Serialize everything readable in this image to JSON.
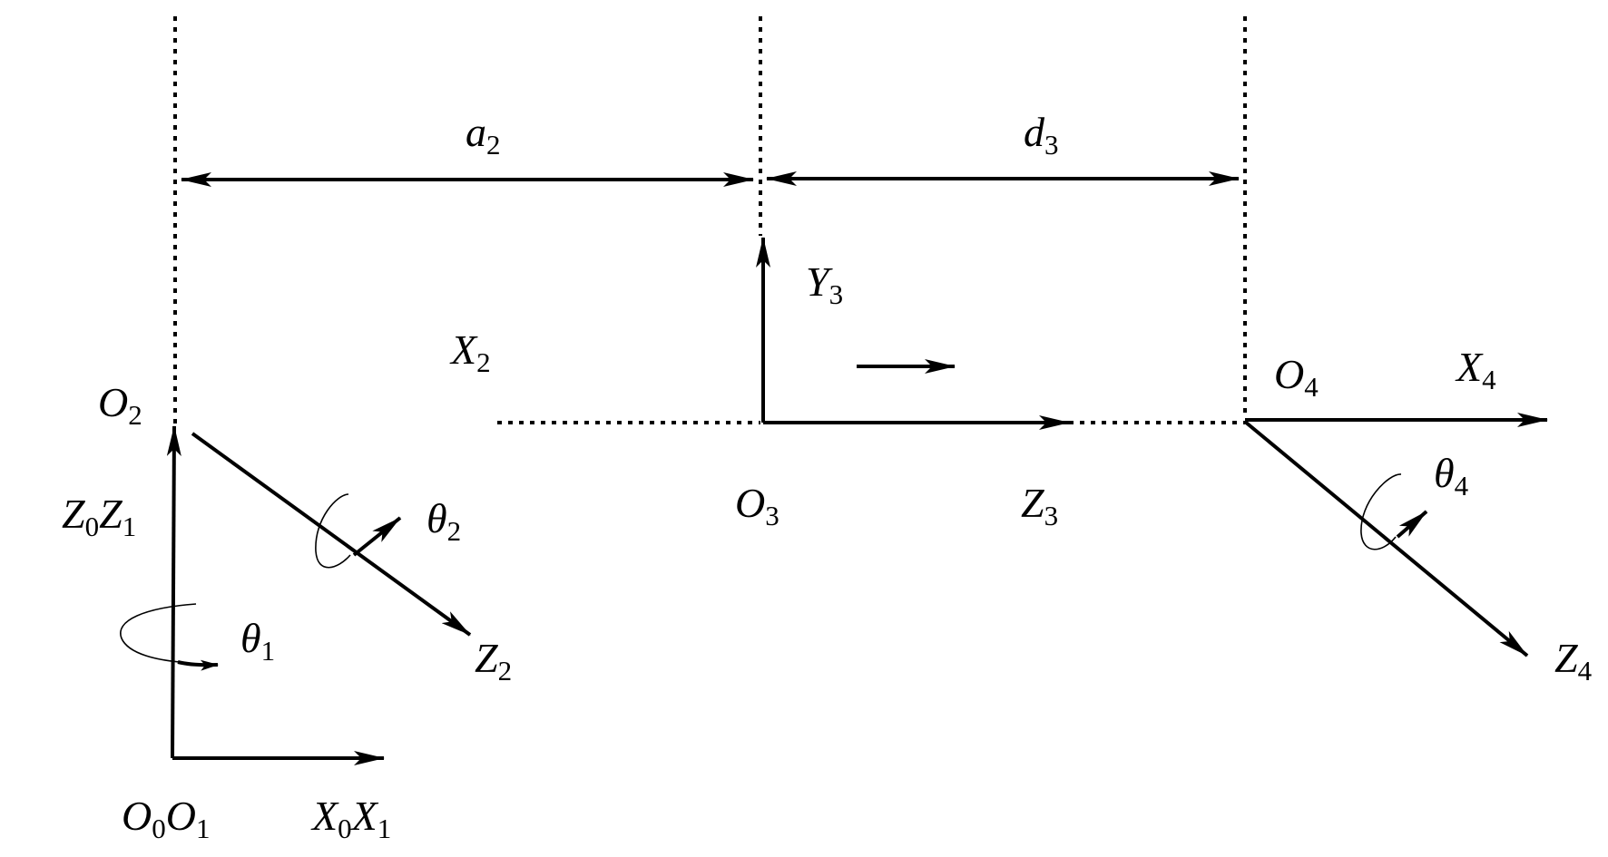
{
  "labels": {
    "a2": {
      "base": "a",
      "sub": "2"
    },
    "d3": {
      "base": "d",
      "sub": "3"
    },
    "Y3": {
      "base": "Y",
      "sub": "3"
    },
    "X2": {
      "base": "X",
      "sub": "2"
    },
    "O2": {
      "base": "O",
      "sub": "2"
    },
    "O3": {
      "base": "O",
      "sub": "3"
    },
    "O4": {
      "base": "O",
      "sub": "4"
    },
    "X4": {
      "base": "X",
      "sub": "4"
    },
    "Z3": {
      "base": "Z",
      "sub": "3"
    },
    "Z0Z1": {
      "base1": "Z",
      "sub1": "0",
      "base2": "Z",
      "sub2": "1"
    },
    "theta2": {
      "base": "θ",
      "sub": "2"
    },
    "theta4": {
      "base": "θ",
      "sub": "4"
    },
    "theta1": {
      "base": "θ",
      "sub": "1"
    },
    "Z2": {
      "base": "Z",
      "sub": "2"
    },
    "Z4": {
      "base": "Z",
      "sub": "4"
    },
    "O0O1": {
      "base1": "O",
      "sub1": "0",
      "base2": "O",
      "sub2": "1"
    },
    "X0X1": {
      "base1": "X",
      "sub1": "0",
      "base2": "X",
      "sub2": "1"
    }
  }
}
